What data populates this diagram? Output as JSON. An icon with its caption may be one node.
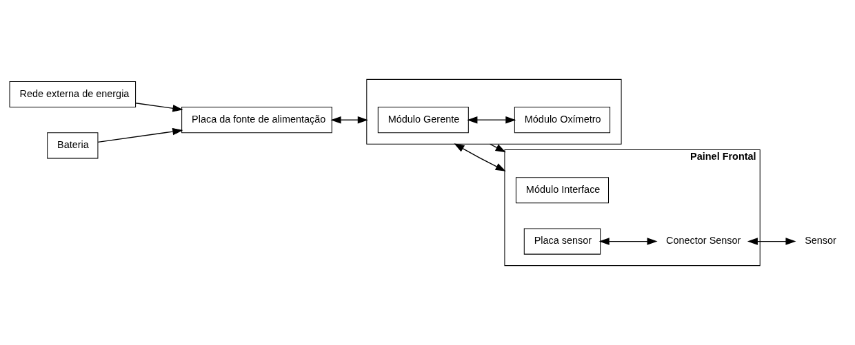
{
  "diagram": {
    "nodes": [
      {
        "text": [
          "Rede externa de energia"
        ]
      },
      {
        "text": [
          "Bateria"
        ]
      },
      {
        "text": [
          "Placa da fonte de alimentação"
        ]
      },
      {
        "text": [],
        "shape": "box"
      },
      {
        "text": [
          "Módulo Gerente"
        ],
        "in": 3
      },
      {
        "text": [
          "Módulo Oxímetro"
        ],
        "in": 3
      },
      {
        "text": [
          "Painel Frontal"
        ]
      },
      {
        "text": [
          "Módulo Interface"
        ],
        "in": 6
      },
      {
        "text": [
          "Placa sensor"
        ],
        "in": 6
      },
      {
        "text": [
          "Conector Sensor"
        ],
        "in": 6
      },
      {
        "text": [
          "Sensor"
        ]
      }
    ],
    "edges": [
      {
        "from": 0,
        "to": 2,
        "arrow": "to"
      },
      {
        "from": 1,
        "to": 2,
        "arrow": "to"
      },
      {
        "from": 2,
        "to": 3,
        "arrow": "both"
      },
      {
        "from": 4,
        "to": 5,
        "arrow": "both"
      },
      {
        "from": 3,
        "to": 6,
        "arrow": "both"
      },
      {
        "from": 3,
        "to": 6,
        "arrow": "to"
      },
      {
        "from": 8,
        "to": 9,
        "arrow": "both"
      },
      {
        "from": 9,
        "to": 10,
        "arrow": "both"
      }
    ]
  }
}
